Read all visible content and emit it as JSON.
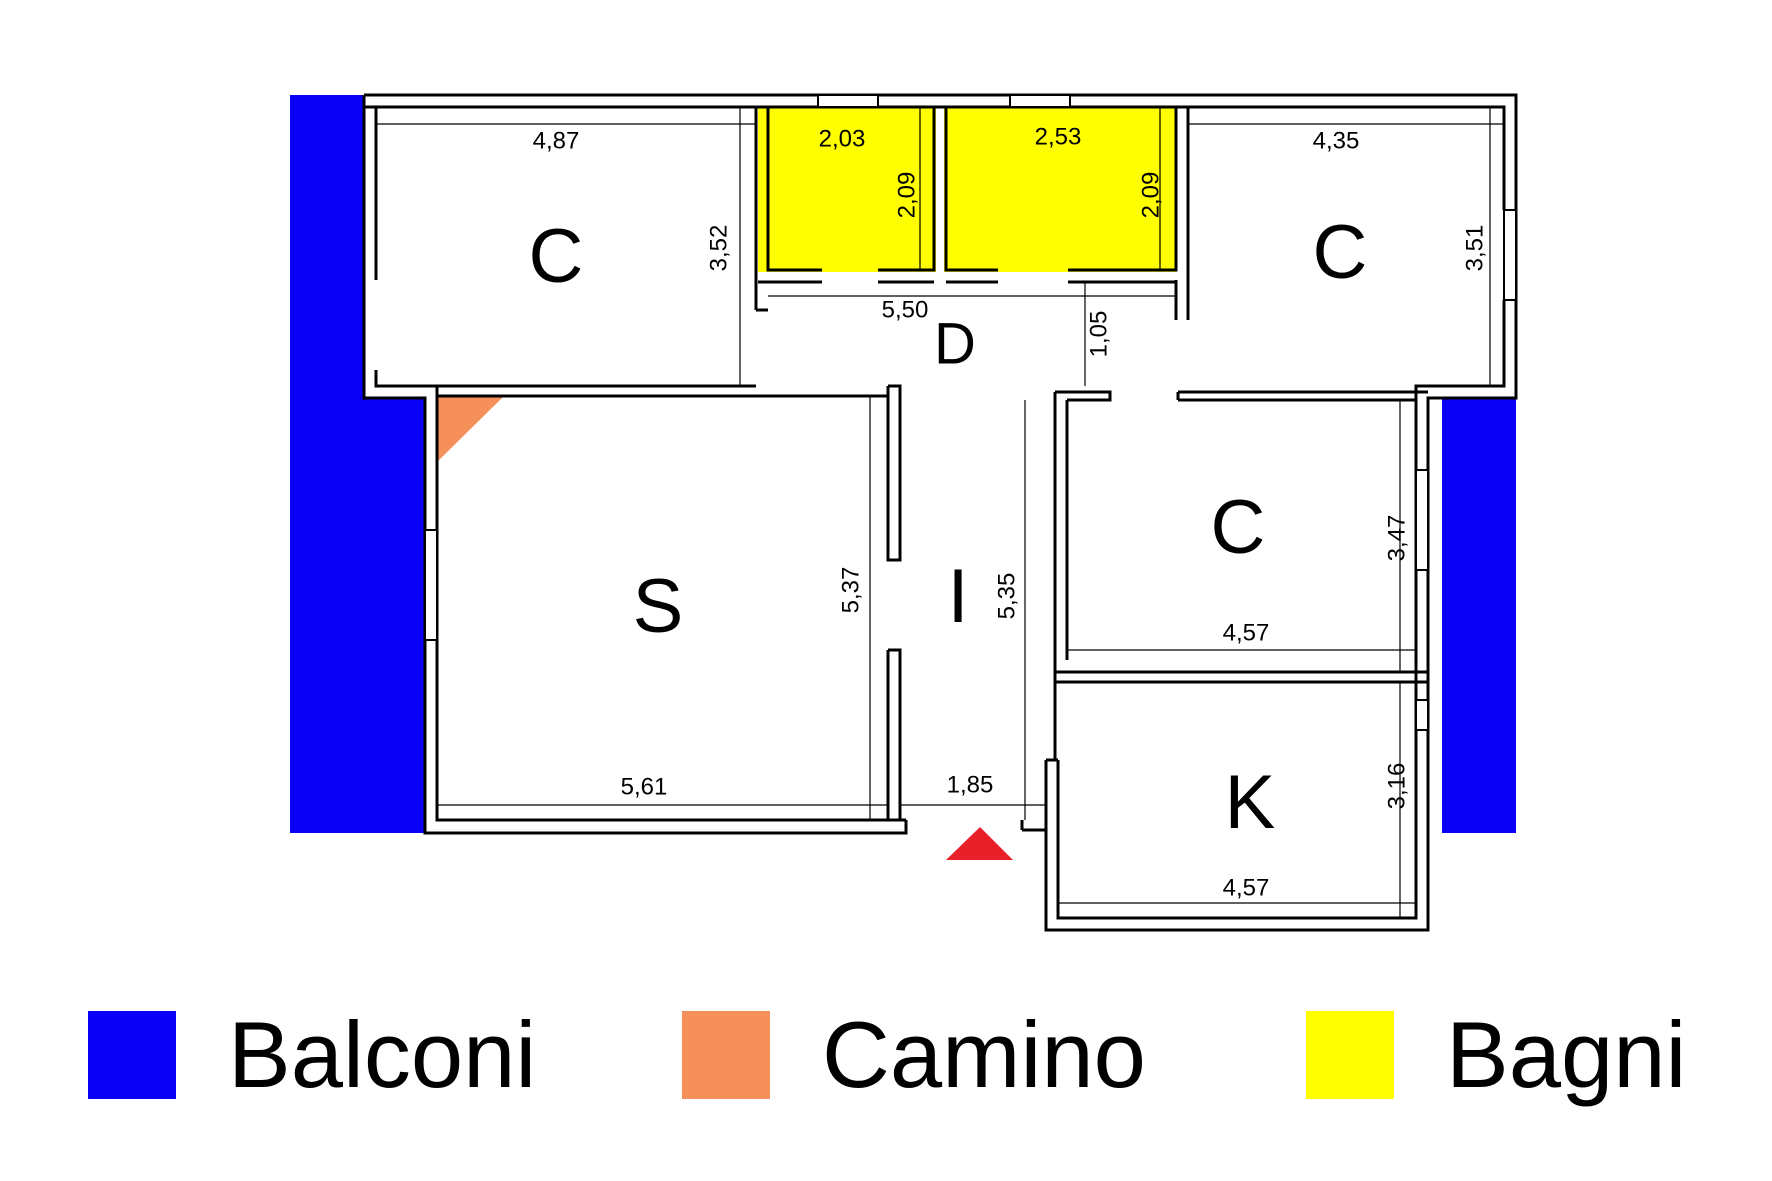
{
  "colors": {
    "balconi": "#0a00f5",
    "camino": "#f6905a",
    "bagni": "#ffff00",
    "entrance": "#e8202a",
    "wall": "#000000"
  },
  "rooms": {
    "camera_top_left": "C",
    "camera_top_right": "C",
    "disimpegno": "D",
    "soggiorno": "S",
    "ingresso": "I",
    "camera_mid_right": "C",
    "cucina": "K"
  },
  "dimensions": {
    "camera_top_left_width": "4,87",
    "camera_top_left_depth": "3,52",
    "bagno_1_width": "2,03",
    "bagno_1_depth": "2,09",
    "bagno_2_width": "2,53",
    "bagno_2_depth": "2,09",
    "camera_top_right_width": "4,35",
    "camera_top_right_depth": "3,51",
    "disimpegno_length": "5,50",
    "disimpegno_depth": "1,05",
    "soggiorno_width": "5,61",
    "soggiorno_depth": "5,37",
    "ingresso_width": "1,85",
    "ingresso_depth": "5,35",
    "camera_mid_right_width": "4,57",
    "camera_mid_right_depth": "3,47",
    "cucina_width": "4,57",
    "cucina_depth": "3,16"
  },
  "legend": [
    {
      "label": "Balconi",
      "color": "#0a00f5",
      "icon": "blue-square-icon"
    },
    {
      "label": "Camino",
      "color": "#f6905a",
      "icon": "orange-square-icon"
    },
    {
      "label": "Bagni",
      "color": "#ffff00",
      "icon": "yellow-square-icon"
    }
  ]
}
